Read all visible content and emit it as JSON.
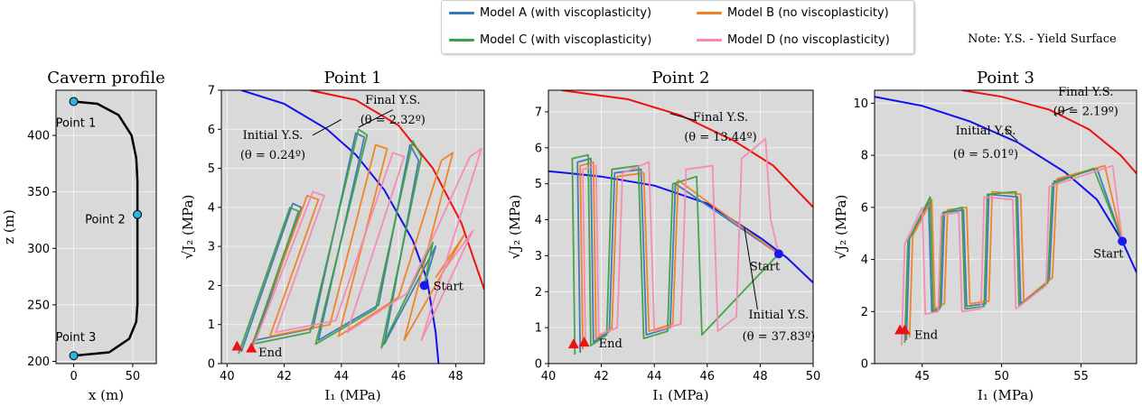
{
  "legend": {
    "items": [
      {
        "label": "Model A (with viscoplasticity)",
        "color": "#3a78b6"
      },
      {
        "label": "Model B (no viscoplasticity)",
        "color": "#f08020"
      },
      {
        "label": "Model C (with viscoplasticity)",
        "color": "#3ea045"
      },
      {
        "label": "Model D (no viscoplasticity)",
        "color": "#f588b4"
      }
    ]
  },
  "note": "Note: Y.S. - Yield Surface",
  "chart_data": [
    {
      "type": "line",
      "title": "Cavern profile",
      "xlabel": "x (m)",
      "ylabel": "z (m)",
      "xlim": [
        -15,
        70
      ],
      "ylim": [
        198,
        440
      ],
      "xticks": [
        0,
        50
      ],
      "yticks": [
        200,
        250,
        300,
        350,
        400
      ],
      "profile": [
        [
          0,
          430
        ],
        [
          20,
          428
        ],
        [
          38,
          418
        ],
        [
          49,
          400
        ],
        [
          53,
          380
        ],
        [
          54,
          360
        ],
        [
          54,
          250
        ],
        [
          53,
          235
        ],
        [
          47,
          220
        ],
        [
          30,
          208
        ],
        [
          0,
          205
        ]
      ],
      "points": [
        {
          "name": "Point 1",
          "x": 0,
          "y": 430
        },
        {
          "name": "Point 2",
          "x": 54,
          "y": 330
        },
        {
          "name": "Point 3",
          "x": 0,
          "y": 205
        }
      ]
    },
    {
      "type": "line",
      "title": "Point 1",
      "xlabel": "I₁ (MPa)",
      "ylabel": "√J₂ (MPa)",
      "xlim": [
        39.8,
        49
      ],
      "ylim": [
        0,
        7
      ],
      "xticks": [
        40,
        42,
        44,
        46,
        48
      ],
      "yticks": [
        0,
        1,
        2,
        3,
        4,
        5,
        6,
        7
      ],
      "initial_ys": {
        "label": "Initial Y.S.",
        "theta": "(θ = 0.24º)",
        "color": "#1111ee",
        "points": [
          [
            40.5,
            7.0
          ],
          [
            42,
            6.65
          ],
          [
            43.5,
            6.0
          ],
          [
            44.5,
            5.35
          ],
          [
            45.5,
            4.45
          ],
          [
            46.5,
            3.15
          ],
          [
            47,
            2.15
          ],
          [
            47.3,
            0.8
          ],
          [
            47.4,
            0.0
          ]
        ]
      },
      "final_ys": {
        "label": "Final Y.S.",
        "theta": "(θ = 2.32º)",
        "color": "#ee1111",
        "points": [
          [
            42.9,
            7.0
          ],
          [
            44.5,
            6.75
          ],
          [
            46,
            6.1
          ],
          [
            47.2,
            5.0
          ],
          [
            48.2,
            3.6
          ],
          [
            49,
            1.9
          ]
        ]
      },
      "start": {
        "label": "Start",
        "x": 46.9,
        "y": 2.0
      },
      "end": {
        "label": "End",
        "markers": [
          [
            40.35,
            0.45
          ],
          [
            40.85,
            0.4
          ]
        ]
      },
      "series": [
        {
          "name": "Model A",
          "x": [
            40.5,
            42.3,
            42.6,
            41.0,
            43.0,
            44.5,
            44.8,
            43.2,
            45.3,
            46.4,
            46.7,
            45.5,
            47.3,
            46.9
          ],
          "y": [
            0.3,
            4.1,
            4.0,
            0.6,
            0.9,
            5.9,
            5.8,
            0.6,
            1.5,
            5.6,
            5.2,
            0.5,
            3.0,
            2.0
          ]
        },
        {
          "name": "Model B",
          "x": [
            40.8,
            42.8,
            43.2,
            41.5,
            43.6,
            45.2,
            45.6,
            43.9,
            46.0,
            47.5,
            47.9,
            46.2,
            48.3,
            47.3
          ],
          "y": [
            0.35,
            4.3,
            4.2,
            0.7,
            1.0,
            5.6,
            5.5,
            0.7,
            1.7,
            5.2,
            5.4,
            0.6,
            3.3,
            2.2
          ]
        },
        {
          "name": "Model C",
          "x": [
            40.4,
            42.2,
            42.5,
            40.9,
            42.9,
            44.6,
            44.9,
            43.1,
            45.2,
            46.5,
            46.8,
            45.4,
            47.2,
            46.9
          ],
          "y": [
            0.25,
            4.0,
            3.9,
            0.5,
            0.8,
            6.0,
            5.85,
            0.5,
            1.4,
            5.7,
            5.3,
            0.4,
            3.1,
            2.0
          ]
        },
        {
          "name": "Model D",
          "x": [
            40.9,
            43.0,
            43.4,
            41.7,
            43.8,
            45.8,
            46.2,
            44.2,
            46.3,
            48.5,
            48.9,
            46.8,
            48.6,
            47.5
          ],
          "y": [
            0.4,
            4.4,
            4.3,
            0.8,
            1.1,
            5.4,
            5.3,
            0.8,
            1.8,
            5.3,
            5.5,
            0.6,
            3.4,
            2.3
          ]
        }
      ]
    },
    {
      "type": "line",
      "title": "Point 2",
      "xlabel": "I₁ (MPa)",
      "ylabel": "√J₂ (MPa)",
      "xlim": [
        40,
        50
      ],
      "ylim": [
        0,
        7.6
      ],
      "xticks": [
        40,
        42,
        44,
        46,
        48,
        50
      ],
      "yticks": [
        0,
        1,
        2,
        3,
        4,
        5,
        6,
        7
      ],
      "initial_ys": {
        "label": "Initial Y.S.",
        "theta": "(θ = 37.83º)",
        "color": "#1111ee",
        "points": [
          [
            40,
            5.35
          ],
          [
            42,
            5.2
          ],
          [
            44,
            4.95
          ],
          [
            46,
            4.45
          ],
          [
            48,
            3.5
          ],
          [
            49,
            2.95
          ],
          [
            50,
            2.25
          ]
        ]
      },
      "final_ys": {
        "label": "Final Y.S.",
        "theta": "(θ = 13.44º)",
        "color": "#ee1111",
        "points": [
          [
            40.5,
            7.6
          ],
          [
            43,
            7.35
          ],
          [
            45,
            6.9
          ],
          [
            47,
            6.2
          ],
          [
            48.5,
            5.5
          ],
          [
            50,
            4.35
          ]
        ]
      },
      "start": {
        "label": "Start",
        "x": 48.7,
        "y": 3.05
      },
      "end": {
        "label": "End",
        "markers": [
          [
            40.95,
            0.55
          ],
          [
            41.35,
            0.6
          ]
        ]
      },
      "series": [
        {
          "name": "Model A",
          "x": [
            41.2,
            41.1,
            41.6,
            41.7,
            42.3,
            42.5,
            43.5,
            43.7,
            44.6,
            44.8,
            48.7
          ],
          "y": [
            0.3,
            5.6,
            5.7,
            0.6,
            0.9,
            5.3,
            5.4,
            0.8,
            1.0,
            5.0,
            3.05
          ]
        },
        {
          "name": "Model B",
          "x": [
            41.3,
            41.2,
            41.7,
            41.8,
            42.4,
            42.6,
            43.6,
            43.8,
            44.7,
            44.9,
            48.7
          ],
          "y": [
            0.4,
            5.5,
            5.6,
            0.7,
            1.0,
            5.2,
            5.3,
            0.9,
            1.1,
            5.1,
            3.05
          ]
        },
        {
          "name": "Model C",
          "x": [
            41.0,
            40.9,
            41.5,
            41.6,
            42.2,
            42.4,
            43.4,
            43.6,
            44.5,
            44.7,
            45.6,
            45.8,
            48.7
          ],
          "y": [
            0.25,
            5.7,
            5.8,
            0.5,
            0.8,
            5.4,
            5.5,
            0.7,
            0.9,
            5.0,
            5.2,
            0.8,
            3.05
          ]
        },
        {
          "name": "Model D",
          "x": [
            41.4,
            41.3,
            41.8,
            41.9,
            42.6,
            42.8,
            43.8,
            44.0,
            45.0,
            45.2,
            46.2,
            46.4,
            47.1,
            47.3,
            48.2,
            48.4,
            48.7
          ],
          "y": [
            0.5,
            5.4,
            5.5,
            0.8,
            1.0,
            5.3,
            5.6,
            0.9,
            1.1,
            5.4,
            5.5,
            0.9,
            1.3,
            5.7,
            6.25,
            4.0,
            3.05
          ]
        }
      ]
    },
    {
      "type": "line",
      "title": "Point 3",
      "xlabel": "I₁ (MPa)",
      "ylabel": "√J₂ (MPa)",
      "xlim": [
        42,
        58.5
      ],
      "ylim": [
        0,
        10.5
      ],
      "xticks": [
        45,
        50,
        55
      ],
      "yticks": [
        0,
        2,
        4,
        6,
        8,
        10
      ],
      "initial_ys": {
        "label": "Initial Y.S.",
        "theta": "(θ = 5.01º)",
        "color": "#1111ee",
        "points": [
          [
            42,
            10.25
          ],
          [
            45,
            9.9
          ],
          [
            48,
            9.3
          ],
          [
            51,
            8.5
          ],
          [
            54,
            7.35
          ],
          [
            56,
            6.3
          ],
          [
            57.6,
            4.7
          ],
          [
            58.5,
            3.5
          ]
        ]
      },
      "final_ys": {
        "label": "Final Y.S.",
        "theta": "(θ = 2.19º)",
        "color": "#ee1111",
        "points": [
          [
            47.5,
            10.5
          ],
          [
            50,
            10.25
          ],
          [
            53,
            9.75
          ],
          [
            55.5,
            9.0
          ],
          [
            57.5,
            8.0
          ],
          [
            58.5,
            7.3
          ]
        ]
      },
      "start": {
        "label": "Start",
        "x": 57.6,
        "y": 4.7
      },
      "end": {
        "label": "End",
        "markers": [
          [
            43.6,
            1.3
          ],
          [
            43.9,
            1.3
          ]
        ]
      },
      "series": [
        {
          "name": "Model A",
          "x": [
            44.0,
            44.2,
            45.4,
            45.6,
            46.2,
            46.4,
            47.6,
            47.8,
            49.0,
            49.2,
            51.0,
            51.2,
            53.0,
            53.3,
            56.0,
            57.6
          ],
          "y": [
            0.9,
            4.8,
            6.2,
            2.0,
            2.2,
            5.8,
            5.9,
            2.2,
            2.3,
            6.5,
            6.4,
            2.3,
            3.2,
            7.0,
            7.5,
            4.7
          ]
        },
        {
          "name": "Model B",
          "x": [
            44.2,
            44.4,
            45.6,
            45.8,
            46.4,
            46.6,
            47.8,
            48.0,
            49.2,
            49.4,
            51.2,
            51.4,
            53.2,
            53.5,
            56.5,
            57.6
          ],
          "y": [
            1.0,
            4.9,
            6.3,
            2.1,
            2.3,
            5.9,
            6.0,
            2.3,
            2.4,
            6.6,
            6.5,
            2.4,
            3.3,
            7.1,
            7.6,
            4.7
          ]
        },
        {
          "name": "Model C",
          "x": [
            43.9,
            44.1,
            45.5,
            45.7,
            46.1,
            46.3,
            47.5,
            47.7,
            48.9,
            49.1,
            50.9,
            51.1,
            52.9,
            53.2,
            55.8,
            57.6
          ],
          "y": [
            0.8,
            4.7,
            6.4,
            2.0,
            2.1,
            5.8,
            6.0,
            2.1,
            2.2,
            6.5,
            6.6,
            2.2,
            3.1,
            6.9,
            7.5,
            4.7
          ]
        },
        {
          "name": "Model D",
          "x": [
            43.7,
            43.9,
            45.0,
            45.2,
            46.0,
            46.2,
            47.3,
            47.5,
            48.7,
            48.9,
            50.7,
            50.9,
            52.8,
            53.0,
            57.0,
            57.6
          ],
          "y": [
            0.7,
            4.6,
            6.0,
            1.9,
            2.0,
            5.7,
            5.8,
            2.0,
            2.1,
            6.4,
            6.3,
            2.1,
            3.0,
            6.8,
            7.6,
            4.7
          ]
        }
      ]
    }
  ]
}
